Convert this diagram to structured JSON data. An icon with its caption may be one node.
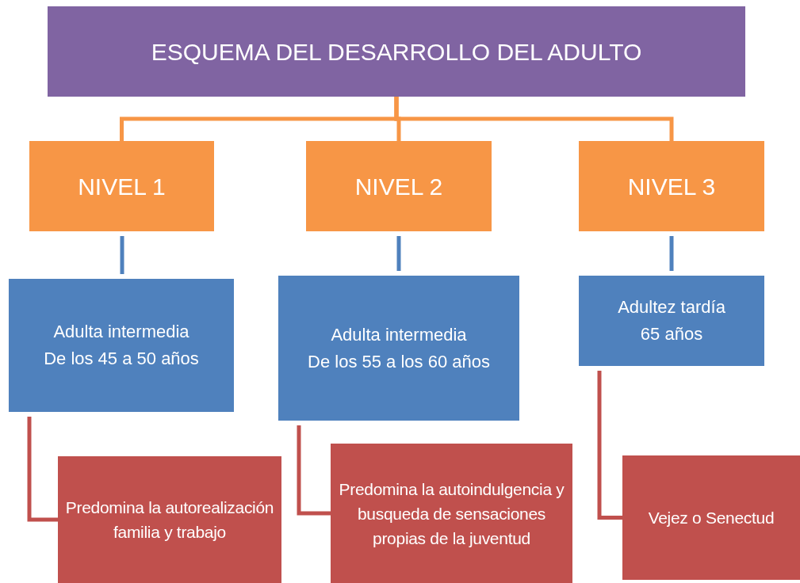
{
  "diagram": {
    "nodes": [
      {
        "text": [
          "ESQUEMA DEL DESARROLLO DEL ADULTO"
        ]
      },
      {
        "text": [
          "NIVEL 1"
        ]
      },
      {
        "text": [
          "NIVEL 2"
        ]
      },
      {
        "text": [
          "NIVEL 3"
        ]
      },
      {
        "text": [
          "Adulta intermedia",
          "De los 45 a 50 años"
        ]
      },
      {
        "text": [
          "Adulta intermedia",
          "De los 55 a los 60 años"
        ]
      },
      {
        "text": [
          "Adultez tardía",
          "65 años"
        ]
      },
      {
        "text": [
          "Predomina la autorealización familia y trabajo"
        ]
      },
      {
        "text": [
          "Predomina la autoindulgencia y busqueda de sensaciones propias de la juventud"
        ]
      },
      {
        "text": [
          "Vejez o Senectud"
        ]
      }
    ],
    "edges": [
      {
        "from": 0,
        "to": 1,
        "arrow": "none",
        "color": "#f79646"
      },
      {
        "from": 0,
        "to": 2,
        "arrow": "none",
        "color": "#f79646"
      },
      {
        "from": 0,
        "to": 3,
        "arrow": "none",
        "color": "#f79646"
      },
      {
        "from": 1,
        "to": 4,
        "arrow": "none",
        "color": "#4f81bd"
      },
      {
        "from": 2,
        "to": 5,
        "arrow": "none",
        "color": "#4f81bd"
      },
      {
        "from": 3,
        "to": 6,
        "arrow": "none",
        "color": "#4f81bd"
      },
      {
        "from": 4,
        "to": 7,
        "arrow": "none",
        "color": "#c0504d"
      },
      {
        "from": 5,
        "to": 8,
        "arrow": "none",
        "color": "#c0504d"
      },
      {
        "from": 6,
        "to": 9,
        "arrow": "none",
        "color": "#c0504d"
      }
    ]
  }
}
